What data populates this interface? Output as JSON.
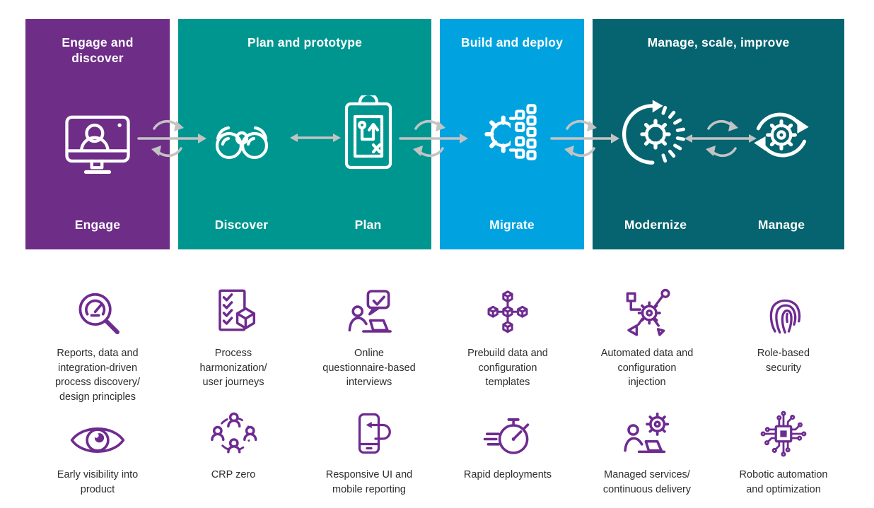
{
  "colors": {
    "phase_purple": "#6e2d87",
    "phase_teal": "#009690",
    "phase_blue": "#00a3e0",
    "phase_dark_teal": "#05646f",
    "icon_purple": "#6e2b90",
    "connector_gray": "#c3c3c3",
    "caption_text": "#2d2d2d",
    "icon_white": "#ffffff"
  },
  "phases": [
    {
      "title": "Engage and\ndiscover",
      "color": "#6e2d87",
      "stages": [
        {
          "label": "Engage",
          "icon": "monitor-person-icon"
        }
      ]
    },
    {
      "title": "Plan and prototype",
      "color": "#009690",
      "stages": [
        {
          "label": "Discover",
          "icon": "binoculars-icon"
        },
        {
          "label": "Plan",
          "icon": "clipboard-strategy-icon"
        }
      ]
    },
    {
      "title": "Build and deploy",
      "color": "#00a3e0",
      "stages": [
        {
          "label": "Migrate",
          "icon": "gear-data-transfer-icon"
        }
      ]
    },
    {
      "title": "Manage, scale, improve",
      "color": "#05646f",
      "stages": [
        {
          "label": "Modernize",
          "icon": "gear-spin-icon"
        },
        {
          "label": "Manage",
          "icon": "gear-cycle-icon"
        }
      ]
    }
  ],
  "connectors": [
    {
      "type": "sync-arrow",
      "between": [
        "Engage",
        "Discover"
      ]
    },
    {
      "type": "double-arrow",
      "between": [
        "Discover",
        "Plan"
      ]
    },
    {
      "type": "sync-arrow",
      "between": [
        "Plan",
        "Migrate"
      ]
    },
    {
      "type": "sync-arrow",
      "between": [
        "Migrate",
        "Modernize"
      ]
    },
    {
      "type": "sync-double-arrow",
      "between": [
        "Modernize",
        "Manage"
      ]
    }
  ],
  "features": [
    {
      "caption": "Reports, data and\nintegration-driven\nprocess discovery/\ndesign principles",
      "icon": "magnifier-gauge-icon"
    },
    {
      "caption": "Process\nharmonization/\nuser journeys",
      "icon": "checklist-cube-icon"
    },
    {
      "caption": "Online\nquestionnaire-based\ninterviews",
      "icon": "interview-chat-icon"
    },
    {
      "caption": "Prebuild data and\nconfiguration\ntemplates",
      "icon": "cubes-network-icon"
    },
    {
      "caption": "Automated data and\nconfiguration\ninjection",
      "icon": "workflow-gear-icon"
    },
    {
      "caption": "Role-based\nsecurity",
      "icon": "fingerprint-icon"
    },
    {
      "caption": "Early visibility into\nproduct",
      "icon": "eye-icon"
    },
    {
      "caption": "CRP zero",
      "icon": "people-circle-icon"
    },
    {
      "caption": "Responsive UI and\nmobile reporting",
      "icon": "mobile-back-arrow-icon"
    },
    {
      "caption": "Rapid deployments",
      "icon": "stopwatch-icon"
    },
    {
      "caption": "Managed services/\ncontinuous delivery",
      "icon": "person-laptop-gear-icon"
    },
    {
      "caption": "Robotic automation\nand optimization",
      "icon": "chip-circuit-icon"
    }
  ]
}
